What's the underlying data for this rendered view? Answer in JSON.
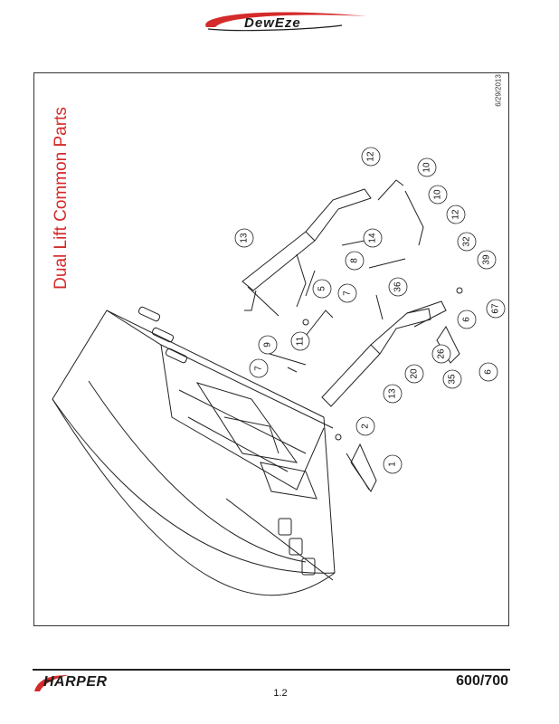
{
  "header": {
    "brand": "DewEze"
  },
  "diagram": {
    "title": "Dual Lift Common Parts",
    "date": "6/29/2013",
    "callouts": [
      {
        "label": "12"
      },
      {
        "label": "10"
      },
      {
        "label": "10"
      },
      {
        "label": "12"
      },
      {
        "label": "13"
      },
      {
        "label": "14"
      },
      {
        "label": "8"
      },
      {
        "label": "32"
      },
      {
        "label": "39"
      },
      {
        "label": "5"
      },
      {
        "label": "7"
      },
      {
        "label": "36"
      },
      {
        "label": "67"
      },
      {
        "label": "6"
      },
      {
        "label": "9"
      },
      {
        "label": "11"
      },
      {
        "label": "26"
      },
      {
        "label": "20"
      },
      {
        "label": "35"
      },
      {
        "label": "6"
      },
      {
        "label": "7"
      },
      {
        "label": "13"
      },
      {
        "label": "2"
      },
      {
        "label": "1"
      }
    ]
  },
  "footer": {
    "brand": "HARPER",
    "model": "600/700",
    "page": "1.2"
  },
  "colors": {
    "accent": "#d42a2a",
    "line": "#222222"
  }
}
